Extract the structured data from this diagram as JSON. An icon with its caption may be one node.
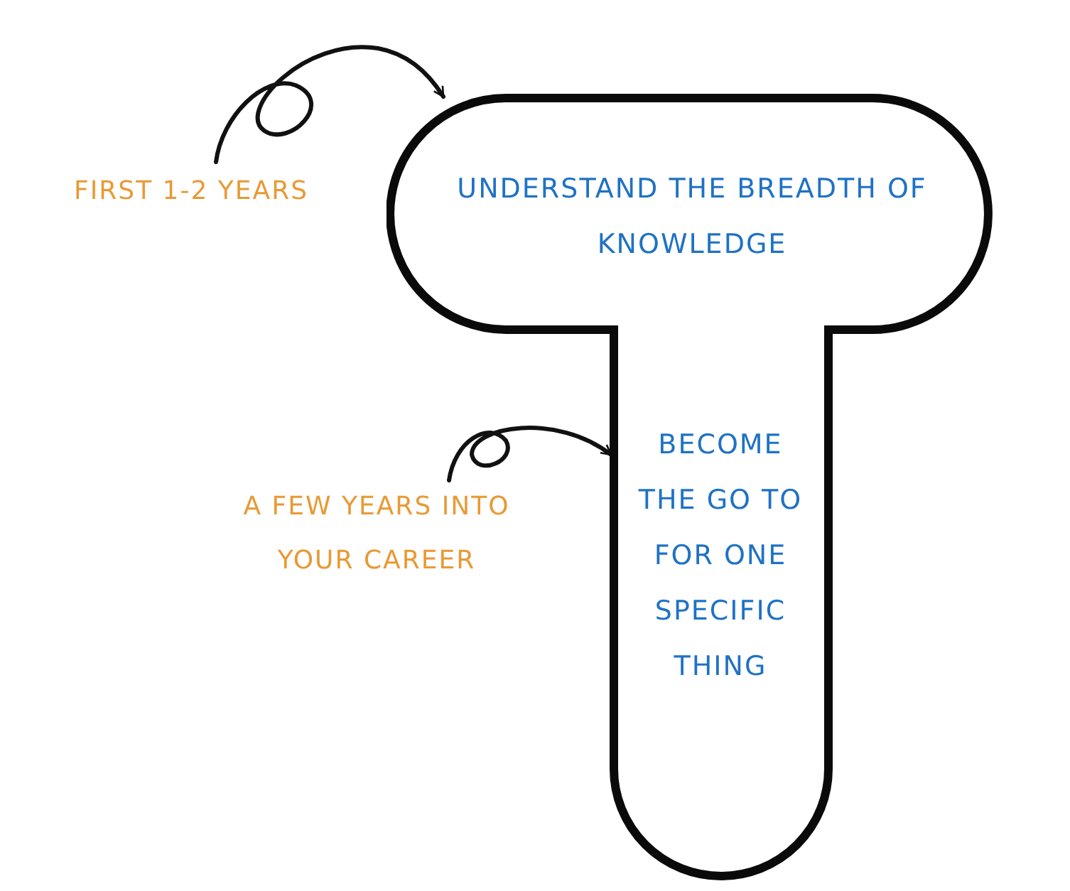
{
  "diagram": {
    "nodes": [
      {
        "text": [
          "UNDERSTAND THE BREADTH OF KNOWLEDGE",
          "BECOME THE GO TO FOR ONE SPECIFIC THING"
        ]
      },
      {
        "text": [
          "FIRST 1-2 YEARS"
        ]
      },
      {
        "text": [
          "A FEW YEARS INTO YOUR CAREER"
        ]
      }
    ],
    "edges": [
      {
        "from": 1,
        "to": 0,
        "arrow": "to"
      },
      {
        "from": 2,
        "to": 0,
        "arrow": "to"
      }
    ]
  }
}
